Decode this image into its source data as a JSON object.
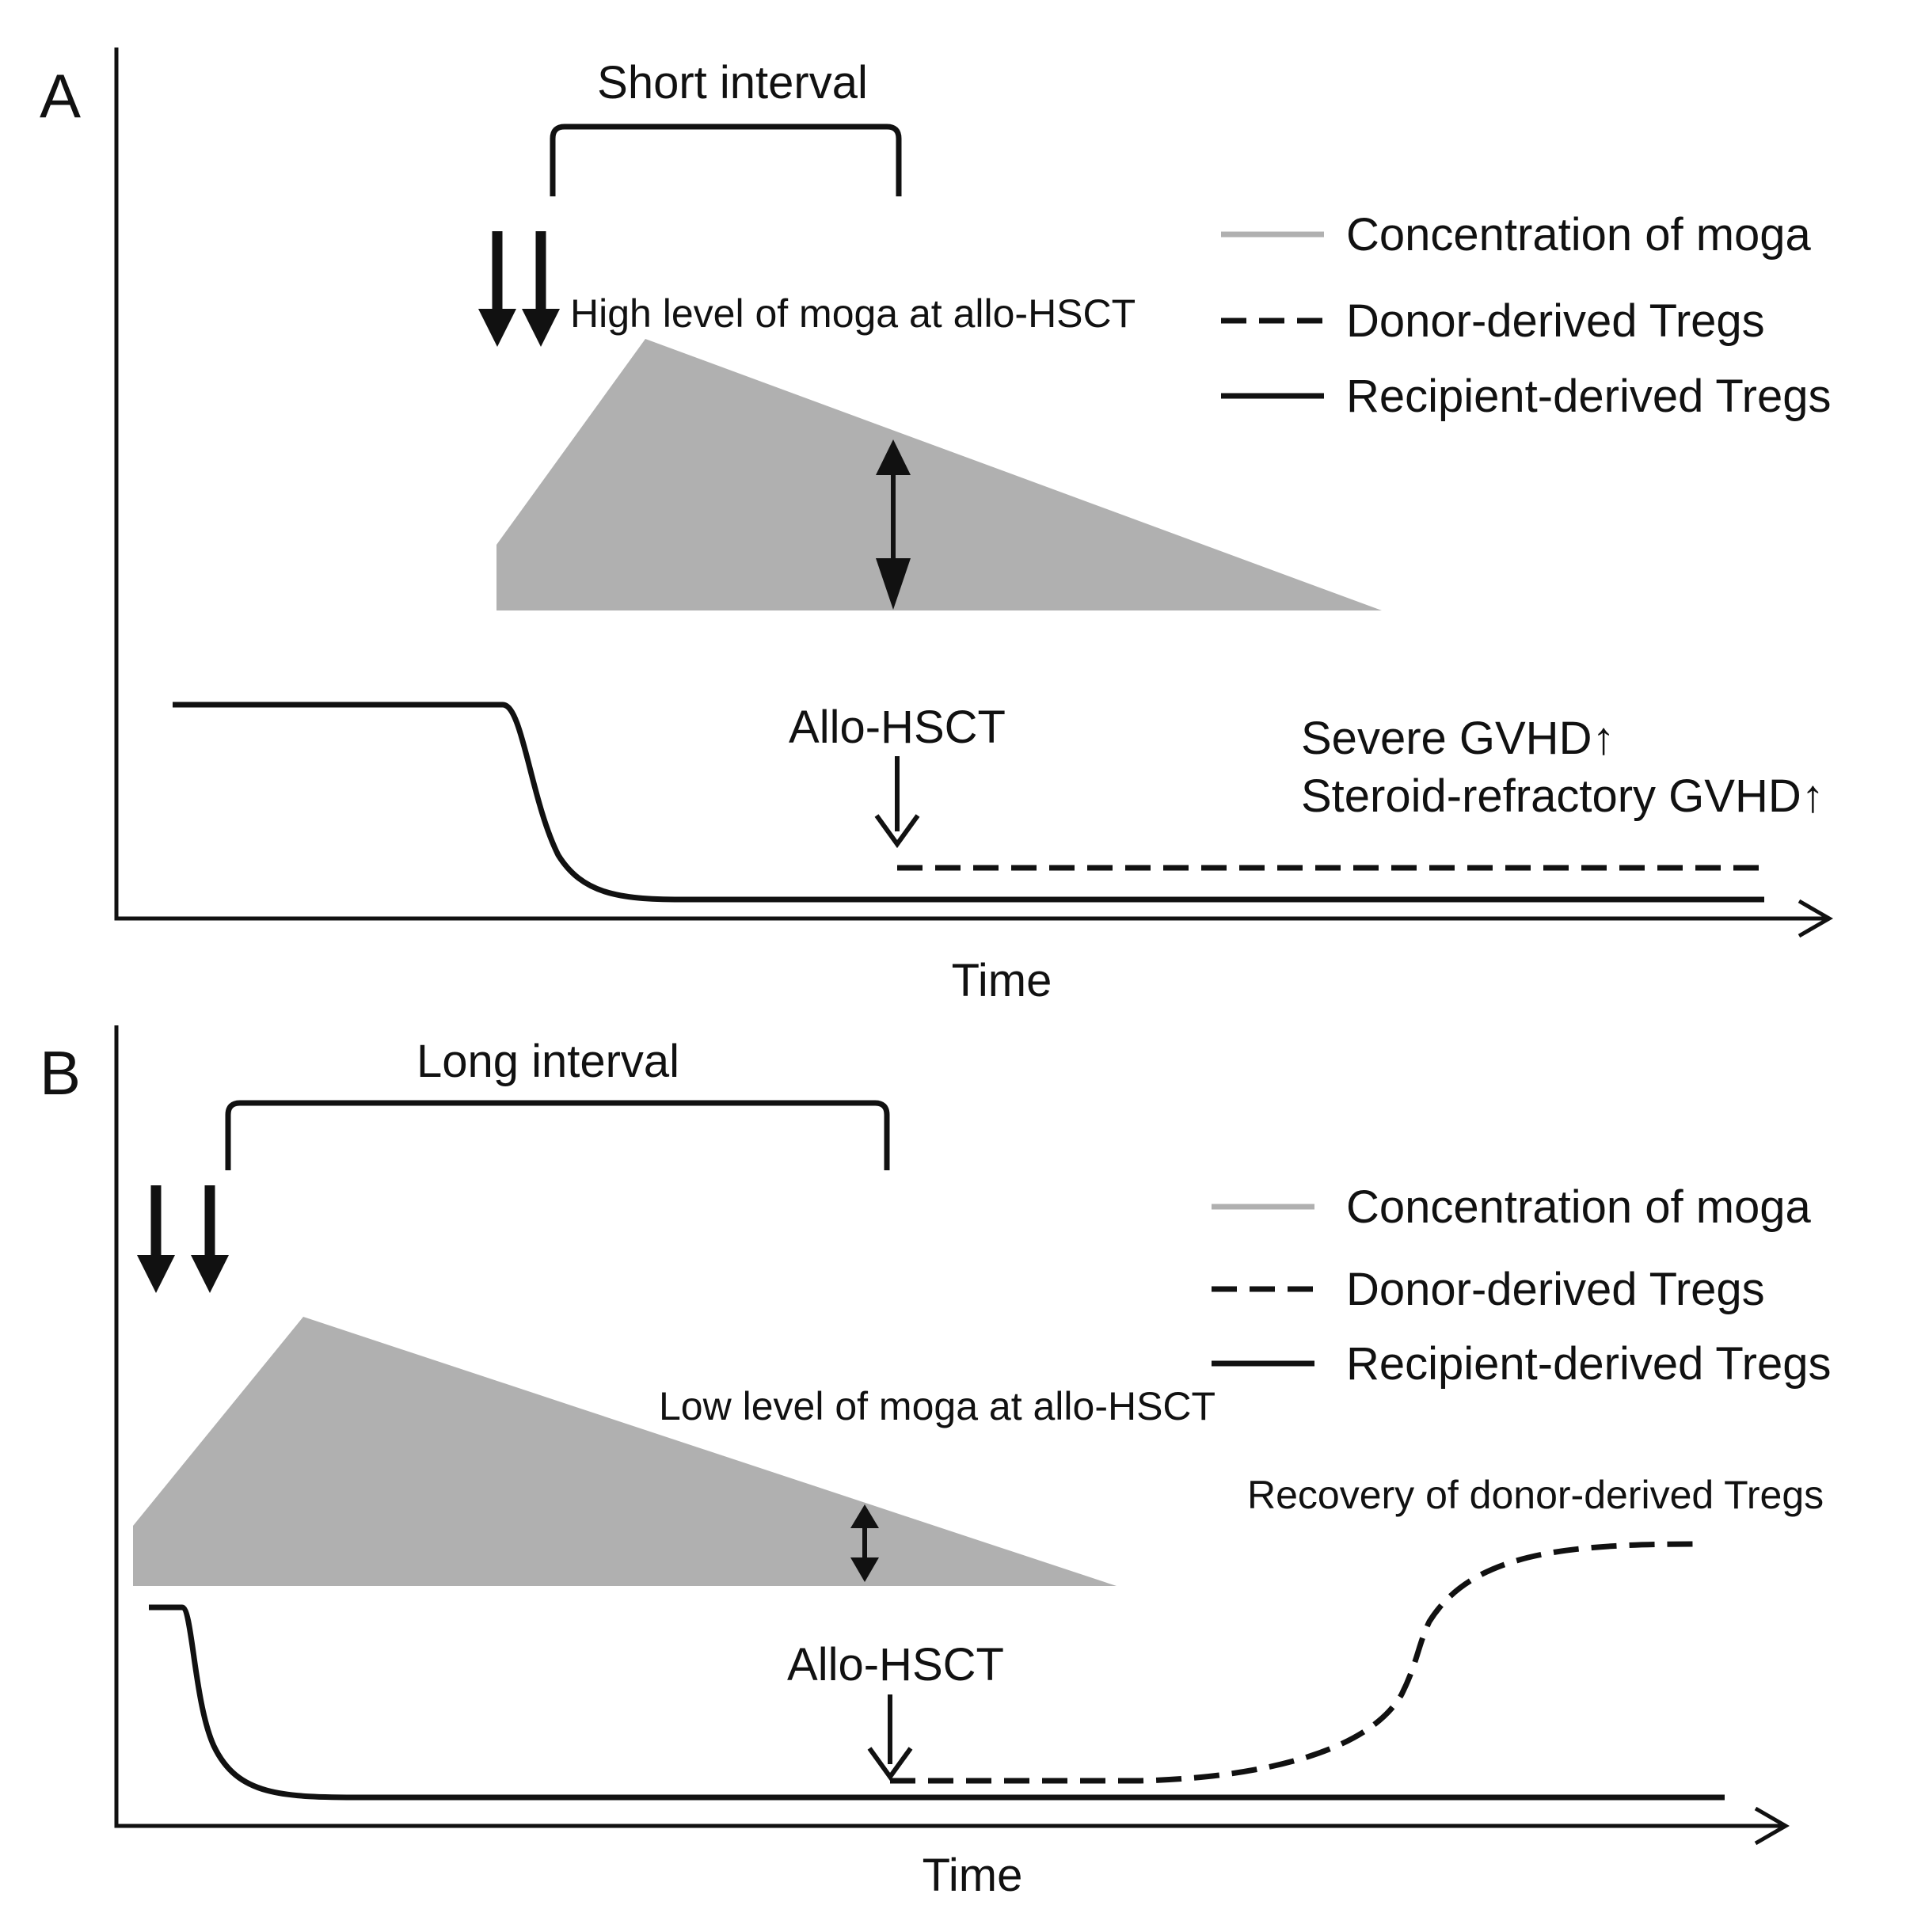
{
  "panels": [
    {
      "letter": "A",
      "interval_label": "Short interval",
      "moga_level_label": "High level of moga at allo-HSCT",
      "transplant_label": "Allo-HSCT",
      "outcome_lines": [
        "Severe GVHD↑",
        "Steroid-refractory GVHD↑"
      ],
      "axis_label": "Time",
      "legend": [
        {
          "label": "Concentration of moga",
          "style": "gray-line",
          "color": "#b0b0b0"
        },
        {
          "label": "Donor-derived Tregs",
          "style": "dashed"
        },
        {
          "label": "Recipient-derived Tregs",
          "style": "solid"
        }
      ]
    },
    {
      "letter": "B",
      "interval_label": "Long interval",
      "moga_level_label": "Low level of moga at allo-HSCT",
      "transplant_label": "Allo-HSCT",
      "outcome_lines": [
        "Recovery of donor-derived Tregs"
      ],
      "axis_label": "Time",
      "legend": [
        {
          "label": "Concentration of moga",
          "style": "gray-line",
          "color": "#b0b0b0"
        },
        {
          "label": "Donor-derived Tregs",
          "style": "dashed"
        },
        {
          "label": "Recipient-derived Tregs",
          "style": "solid"
        }
      ]
    }
  ]
}
